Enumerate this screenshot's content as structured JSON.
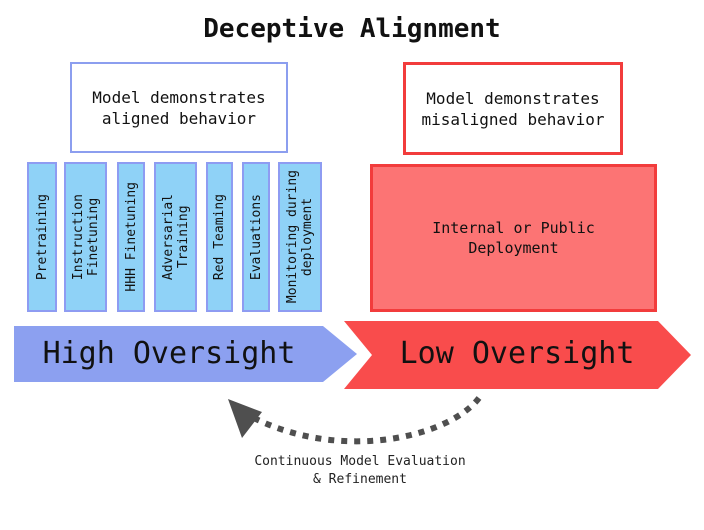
{
  "title": "Deceptive Alignment",
  "aligned_box": {
    "lines": [
      "Model demonstrates",
      "aligned behavior"
    ]
  },
  "misaligned_box": {
    "lines": [
      "Model demonstrates",
      "misaligned behavior"
    ]
  },
  "oversight_stages": {
    "items": [
      {
        "label": "Pretraining",
        "lines": [
          "Pretraining"
        ]
      },
      {
        "label": "Instruction Finetuning",
        "lines": [
          "Instruction",
          "Finetuning"
        ]
      },
      {
        "label": "HHH Finetuning",
        "lines": [
          "HHH Finetuning"
        ]
      },
      {
        "label": "Adversarial Training",
        "lines": [
          "Adversarial",
          "Training"
        ]
      },
      {
        "label": "Red Teaming",
        "lines": [
          "Red Teaming"
        ]
      },
      {
        "label": "Evaluations",
        "lines": [
          "Evaluations"
        ]
      },
      {
        "label": "Monitoring during deployment",
        "lines": [
          "Monitoring during",
          "deployment"
        ]
      }
    ]
  },
  "deployment_box": {
    "lines": [
      "Internal or Public",
      "Deployment"
    ]
  },
  "arrows": {
    "high_label": "High Oversight",
    "low_label": "Low Oversight"
  },
  "feedback_loop": {
    "lines": [
      "Continuous Model Evaluation",
      "& Refinement"
    ]
  },
  "colors": {
    "box_blue_border": "#8c9eef",
    "red_border": "#f23c3c",
    "bar_fill": "#8fd2f7",
    "bar_border": "#8e9cf2",
    "deploy_fill": "#fc7474",
    "arrow_blue": "#8ca0f0",
    "arrow_red": "#f94c4c",
    "feedback_gray": "#4f4f4f"
  }
}
